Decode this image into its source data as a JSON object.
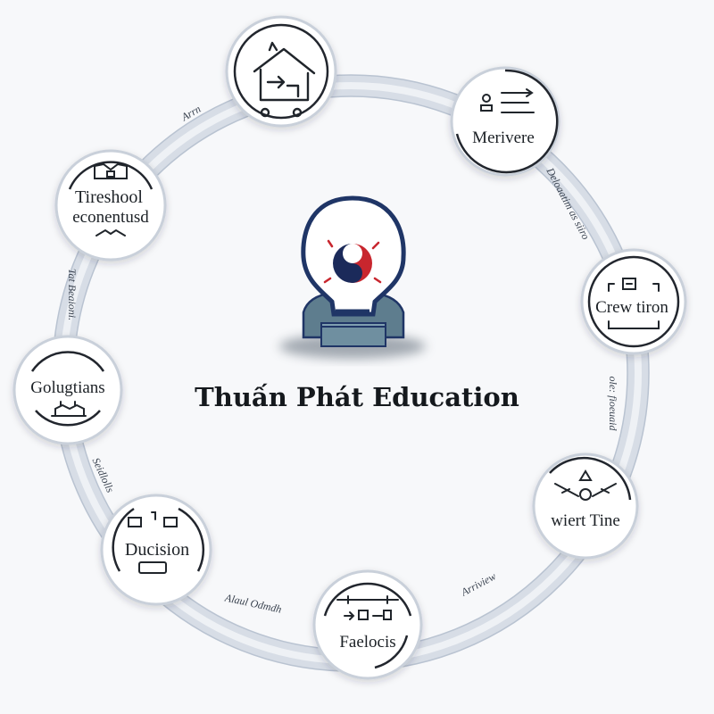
{
  "center": {
    "title": "Thuấn Phát Education",
    "logo_icon": "lightbulb-yin-yang-icon",
    "colors": {
      "bulb_outline": "#1f3566",
      "red": "#c8262e",
      "navy": "#1b2a5a",
      "base": "#5e7d8e"
    }
  },
  "nodes": [
    {
      "id": "top",
      "label": "",
      "icon": "house-cart-icon"
    },
    {
      "id": "top-right",
      "label": "Merivere",
      "icon": "person-arrows-icon"
    },
    {
      "id": "right",
      "label": "Crew tiron",
      "icon": "flag-grid-icon"
    },
    {
      "id": "bottom-right",
      "label": "wiert Tine",
      "icon": "path-triangle-icon"
    },
    {
      "id": "bottom",
      "label": "Faelocis",
      "icon": "arrow-grid-icon"
    },
    {
      "id": "bottom-left",
      "label": "Ducision",
      "icon": "boxes-icon"
    },
    {
      "id": "left",
      "label": "Golugtians",
      "icon": "hands-icon"
    },
    {
      "id": "top-left",
      "label": [
        "Tireshool",
        "econentusd"
      ],
      "icon": "shirt-icon"
    }
  ],
  "connectors": [
    "Arrn",
    "Deloaatim as siiro",
    "ole: fioeuaid",
    "Arriview",
    "Alaul Odmdh",
    "Seidlolls",
    "Tat Beaioni."
  ]
}
